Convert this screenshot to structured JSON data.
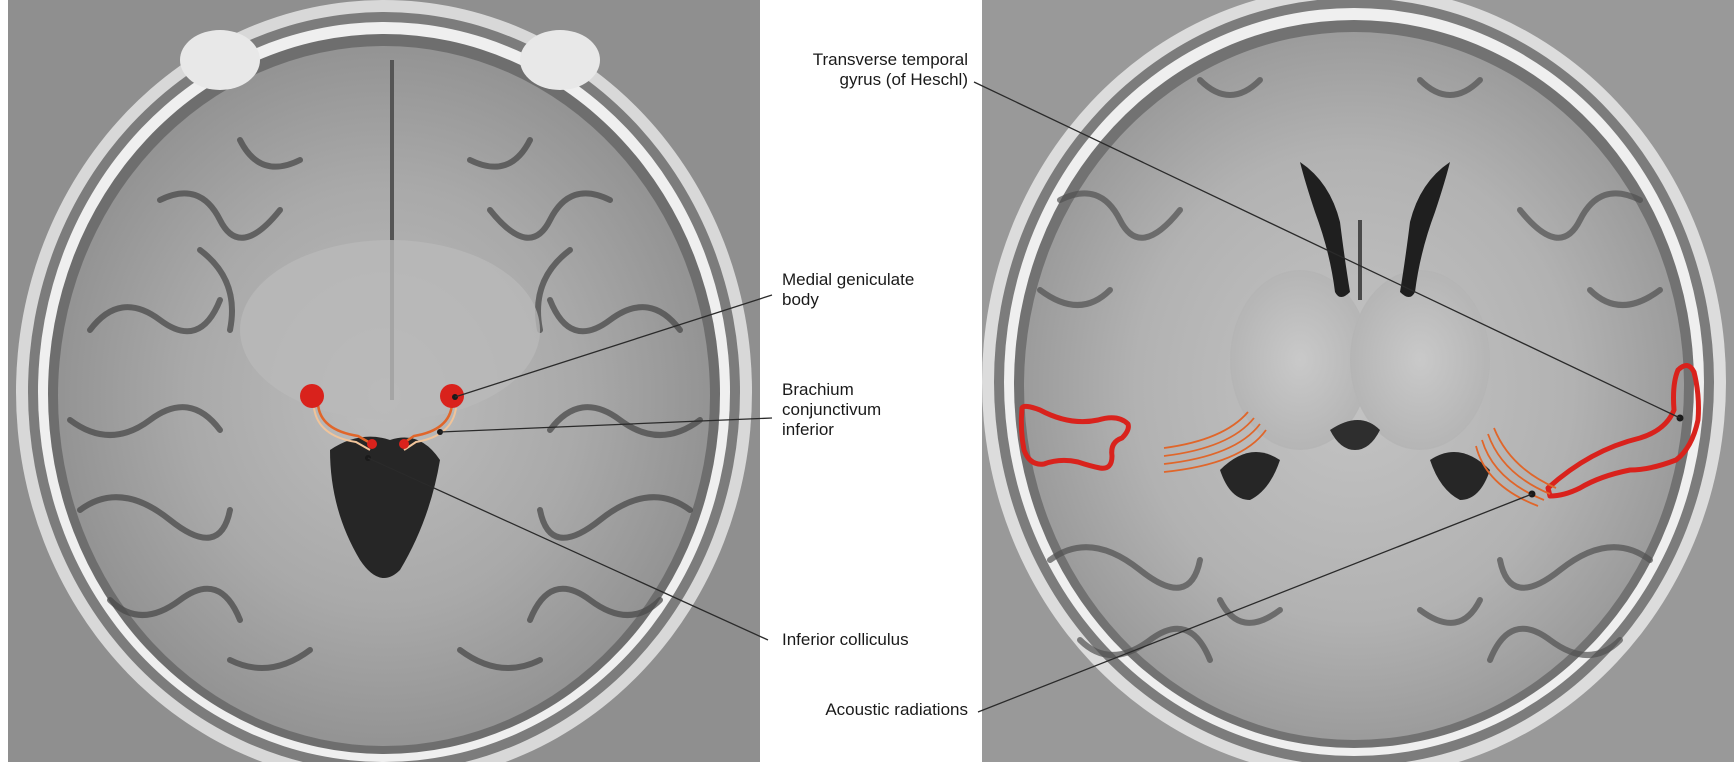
{
  "labels": {
    "transverse_temporal_gyrus": [
      "Transverse temporal",
      "gyrus (of Heschl)"
    ],
    "medial_geniculate_body": [
      "Medial geniculate",
      "body"
    ],
    "brachium_conjunctivum_inferior": [
      "Brachium",
      "conjunctivum",
      "inferior"
    ],
    "inferior_colliculus": [
      "Inferior colliculus"
    ],
    "acoustic_radiations": [
      "Acoustic radiations"
    ]
  },
  "colors": {
    "annotation_red": "#d9221c",
    "radiation_orange": "#e0662a",
    "leader_line": "#2a2a2a",
    "mri_background": "#8c8c8c"
  },
  "panels": [
    "mri-axial-midbrain-level",
    "mri-axial-thalamus-level"
  ]
}
